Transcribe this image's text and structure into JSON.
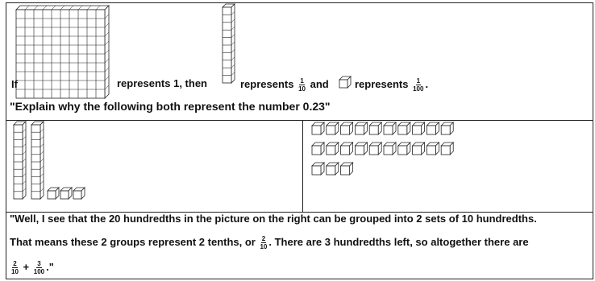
{
  "top": {
    "if": "If",
    "represents_1_then": "represents 1, then",
    "represents_a": "represents",
    "frac_tenth": {
      "num": "1",
      "den": "10"
    },
    "and": "and",
    "represents_b": "represents",
    "frac_hundredth": {
      "num": "1",
      "den": "100"
    },
    "end_period": ".",
    "prompt": "\"Explain why the following both represent the number 0.23\""
  },
  "figure_left": {
    "tenth_rods": 2,
    "hundredth_cubes": 3
  },
  "figure_right": {
    "rows": [
      10,
      10,
      3
    ]
  },
  "explanation": {
    "line1": "\"Well, I see that the 20 hundredths in the picture on the right can be grouped into 2 sets of 10 hundredths.",
    "line2_a": "That means these 2 groups represent 2 tenths, or",
    "frac_two_tenths": {
      "num": "2",
      "den": "10"
    },
    "line2_b": ". There are 3 hundredths left, so altogether there are",
    "frac_a": {
      "num": "2",
      "den": "10"
    },
    "plus": "+",
    "frac_b": {
      "num": "3",
      "den": "100"
    },
    "end": ".\""
  }
}
